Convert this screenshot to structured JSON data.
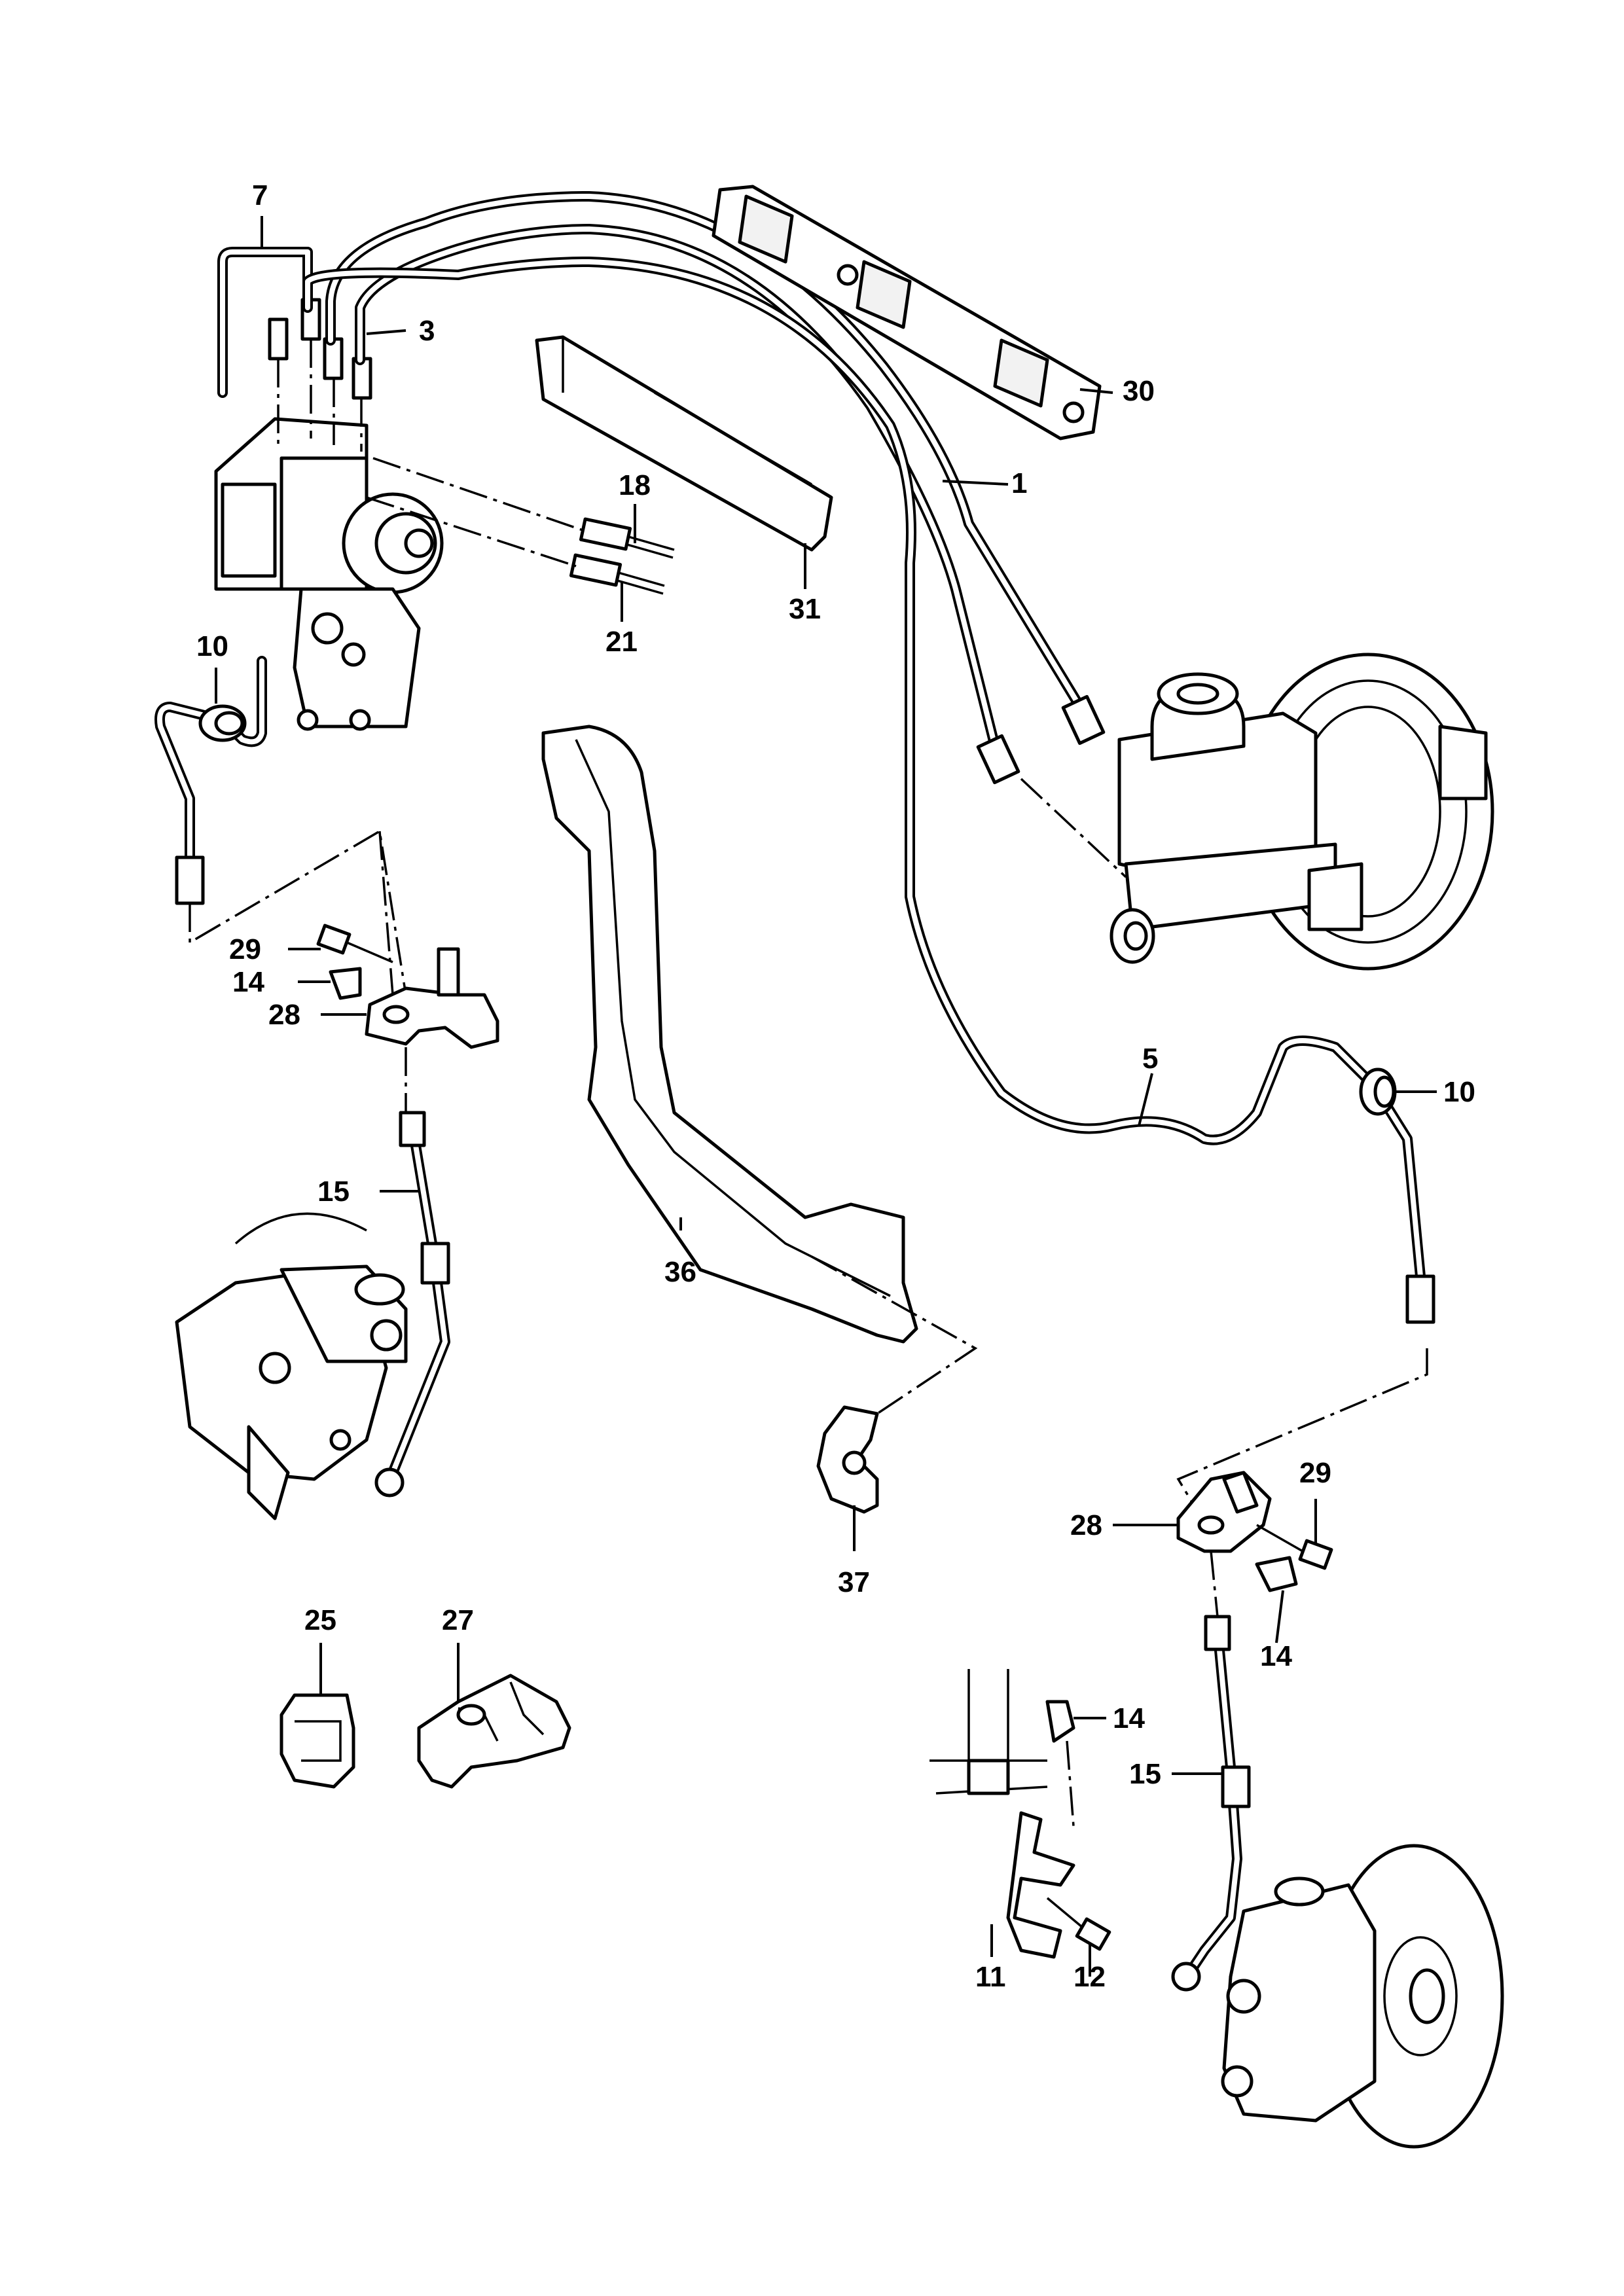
{
  "diagram": {
    "callouts": {
      "c1": "1",
      "c3": "3",
      "c5": "5",
      "c7": "7",
      "c10a": "10",
      "c10b": "10",
      "c11": "11",
      "c12": "12",
      "c14a": "14",
      "c14b": "14",
      "c14c": "14",
      "c15a": "15",
      "c15b": "15",
      "c18": "18",
      "c21": "21",
      "c25": "25",
      "c27": "27",
      "c28a": "28",
      "c28b": "28",
      "c29a": "29",
      "c29b": "29",
      "c30": "30",
      "c31": "31",
      "c36": "36",
      "c37": "37"
    }
  }
}
